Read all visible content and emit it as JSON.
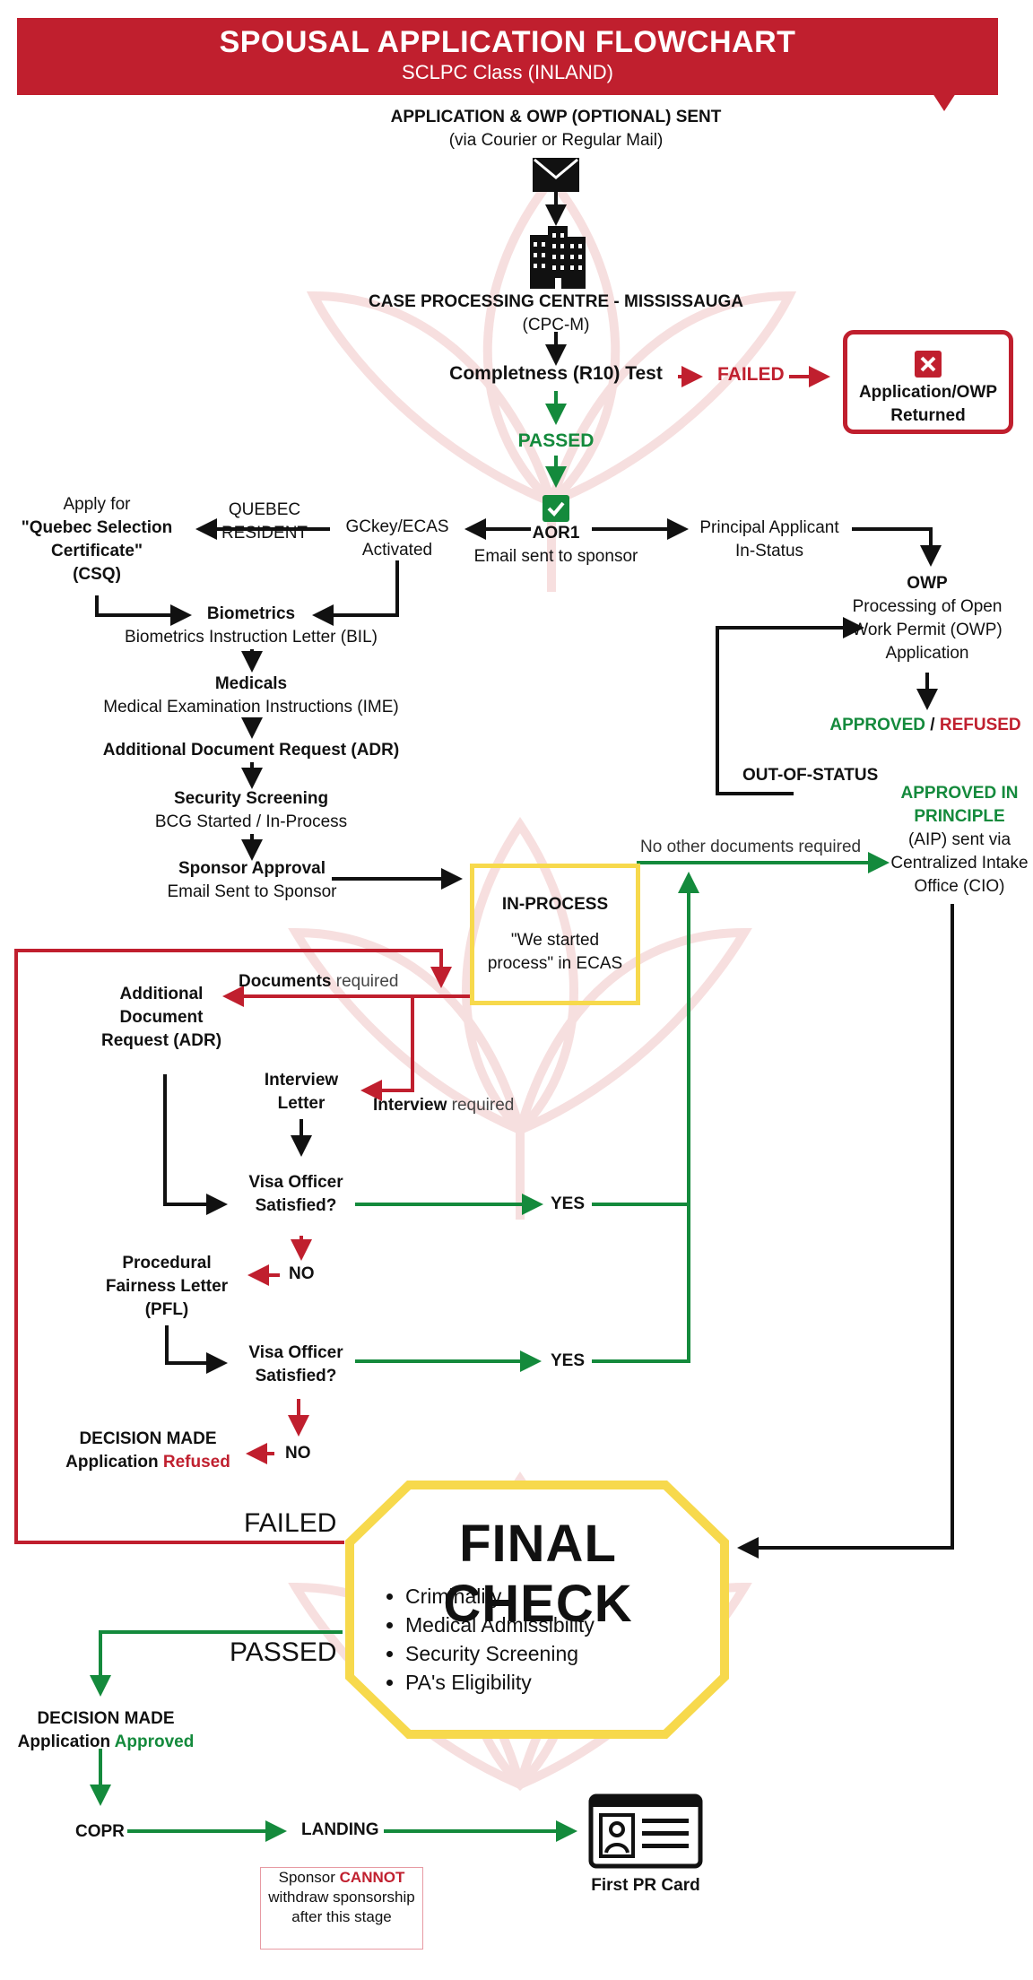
{
  "header": {
    "title": "SPOUSAL APPLICATION FLOWCHART",
    "subtitle": "SCLPC Class (INLAND)"
  },
  "start": {
    "title": "APPLICATION & OWP (OPTIONAL) SENT",
    "sub": "(via Courier or Regular Mail)"
  },
  "cpc": {
    "title": "CASE PROCESSING CENTRE - MISSISSAUGA",
    "sub": "(CPC-M)"
  },
  "r10": {
    "label": "Completness (R10) Test",
    "failed": "FAILED",
    "passed": "PASSED"
  },
  "returned": {
    "label": "Application/OWP Returned"
  },
  "aor": {
    "title": "AOR1",
    "sub": "Email sent to sponsor"
  },
  "gckey": {
    "label": "GCkey/ECAS Activated"
  },
  "quebec": {
    "resident": "QUEBEC RESIDENT",
    "apply_for": "Apply for",
    "csq": "\"Quebec Selection Certificate\"",
    "csq_abbr": "(CSQ)"
  },
  "principal": {
    "label": "Principal Applicant In-Status"
  },
  "owp": {
    "title": "OWP",
    "sub": "Processing of Open Work Permit (OWP) Application",
    "approved": "APPROVED",
    "slash": " / ",
    "refused": "REFUSED"
  },
  "out_of_status": "OUT-OF-STATUS",
  "aip": {
    "title": "APPROVED IN PRINCIPLE",
    "sub": "(AIP) sent via Centralized Intake Office (CIO)"
  },
  "steps": {
    "biometrics": {
      "title": "Biometrics",
      "sub": "Biometrics Instruction Letter (BIL)"
    },
    "medicals": {
      "title": "Medicals",
      "sub": "Medical Examination Instructions (IME)"
    },
    "adr": {
      "title": "Additional Document Request (ADR)"
    },
    "security": {
      "title": "Security Screening",
      "sub": "BCG Started / In-Process"
    },
    "sponsor": {
      "title": "Sponsor Approval",
      "sub": "Email Sent to Sponsor"
    }
  },
  "inprocess": {
    "title": "IN-PROCESS",
    "quote": "\"We started process\" in ECAS"
  },
  "no_docs": "No other documents required",
  "branch": {
    "documents_bold": "Documents",
    "documents_rest": " required",
    "adr2": "Additional Document Request (ADR)",
    "interview_letter": "Interview Letter",
    "interview_bold": "Interview",
    "interview_rest": " required",
    "visa1": "Visa Officer Satisfied?",
    "yes1": "YES",
    "no1": "NO",
    "pfl": "Procedural Fairness Letter (PFL)",
    "visa2": "Visa Officer Satisfied?",
    "yes2": "YES",
    "no2": "NO",
    "decision_made": "DECISION MADE",
    "app_word": "Application ",
    "refused": "Refused"
  },
  "final": {
    "title": "FINAL CHECK",
    "items": [
      "Criminality",
      "Medical Admissibility",
      "Security Screening",
      "PA's Eligibility"
    ],
    "failed": "FAILED",
    "passed": "PASSED"
  },
  "approved": {
    "decision_made": "DECISION MADE",
    "app_word": "Application ",
    "approved": "Approved"
  },
  "end": {
    "copr": "COPR",
    "landing": "LANDING",
    "pr_card": "First PR Card",
    "note_pre": "Sponsor ",
    "note_cannot": "CANNOT",
    "note_rest": " withdraw sponsorship after this stage"
  },
  "colors": {
    "red": "#c01f2e",
    "green": "#148a3c",
    "yellow": "#f7d94c",
    "black": "#111111"
  }
}
